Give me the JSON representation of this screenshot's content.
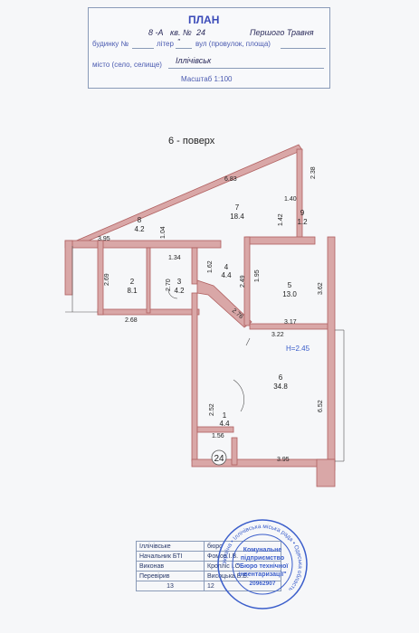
{
  "header": {
    "title": "ПЛАН",
    "building_prefix": "будинку №",
    "building_no": "8 -А",
    "apt_prefix": "кв. №",
    "apt_no": "24",
    "litera_label": "літер",
    "litera_value": "\"",
    "street_label": "вул (провулок, площа)",
    "street_value": "Першого Травня",
    "city_label": "місто (село, селище)",
    "city_value": "Іллічівськ",
    "scale": "Масштаб 1:100"
  },
  "plan": {
    "floor": "6 - поверх",
    "height": "H=2.45",
    "apartment_marker": "24",
    "rooms": [
      {
        "no": "1",
        "area": "4.4"
      },
      {
        "no": "2",
        "area": "8.1"
      },
      {
        "no": "3",
        "area": "4.2"
      },
      {
        "no": "4",
        "area": "4.4"
      },
      {
        "no": "5",
        "area": "13.0"
      },
      {
        "no": "6",
        "area": "34.8"
      },
      {
        "no": "7",
        "area": "18.4"
      },
      {
        "no": "8",
        "area": "4.2"
      },
      {
        "no": "9",
        "area": "1.2"
      }
    ],
    "dimensions": [
      "6.83",
      "2.38",
      "1.40",
      "1.42",
      "1.04",
      "3.95",
      "1.34",
      "2.69",
      "2.70",
      "1.62",
      "2.49",
      "1.95",
      "3.62",
      "2.68",
      "2.76",
      "3.17",
      "3.22",
      "6.52",
      "2.52",
      "1.56",
      "3.95"
    ]
  },
  "stamp_table": {
    "rows": [
      {
        "role": "Іллічівське",
        "name": "бюро"
      },
      {
        "role": "Начальник БТІ",
        "name": "Фомов І.В."
      },
      {
        "role": "Виконав",
        "name": "Кропліс І.О."
      },
      {
        "role": "Перевірив",
        "name": "Висоцька Б.Б."
      }
    ],
    "date_month": "13",
    "date_year": "12"
  },
  "seal": {
    "org_line1": "Комунальне",
    "org_line2": "підприємство",
    "org_line3": "\"Бюро технічної",
    "org_line4": "інвентаризації\"",
    "code": "20962907",
    "ring": "Україна • Іллічівська міська рада • Одеська область"
  },
  "colors": {
    "wall": "#d9a7a7",
    "wall_stroke": "#b06060",
    "ink": "#2a3a6a",
    "seal": "#3b5ecb"
  }
}
